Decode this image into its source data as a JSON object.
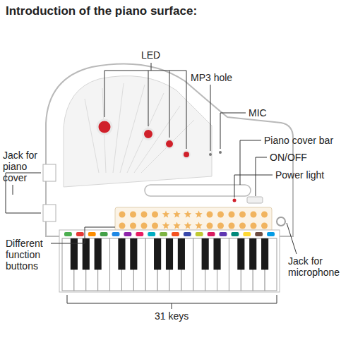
{
  "diagram": {
    "title": "Introduction of the piano surface:",
    "labels": [
      "LED",
      "MP3 hole",
      "MIC",
      "Piano cover bar",
      "ON/OFF",
      "Power light",
      "Jack for piano cover",
      "Different function buttons",
      "Jack for microphone",
      "31 keys"
    ]
  }
}
